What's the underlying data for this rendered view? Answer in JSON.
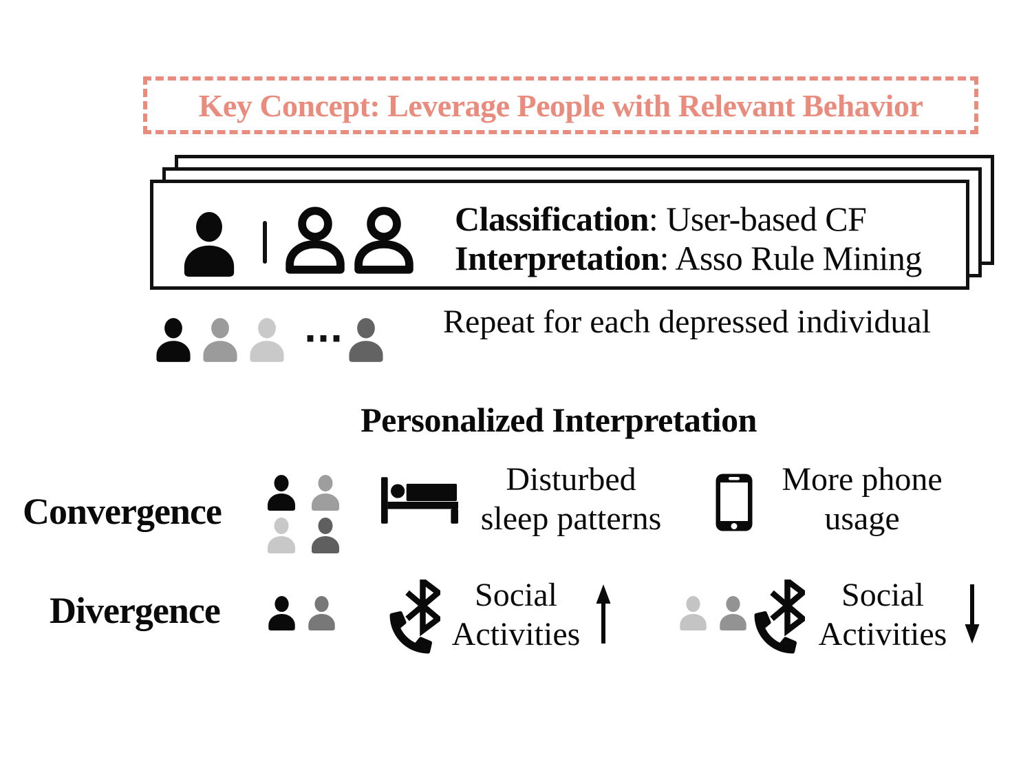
{
  "colors": {
    "accent": "#e98b7d",
    "ink": "#0a0a0a",
    "person_black": "#0a0a0a",
    "person_gray_medium": "#9b9b9b",
    "person_gray_light": "#c9c9c9",
    "person_gray_dark": "#636363"
  },
  "icons": {
    "person": "person-icon",
    "person_outline": "person-outline-icon",
    "bed": "bed-sleep-icon",
    "phone": "smartphone-icon",
    "bluetooth_call": "bluetooth-call-icon",
    "arrow_up": "arrow-up-icon",
    "arrow_down": "arrow-down-icon",
    "ellipsis": "ellipsis-icon"
  },
  "banner": {
    "text": "Key Concept: Leverage People with Relevant Behavior"
  },
  "card": {
    "line1_label": "Classification",
    "line1_value": ": User-based CF",
    "line2_label": "Interpretation",
    "line2_value": ": Asso Rule Mining"
  },
  "repeat_row": {
    "person_colors": [
      "#0a0a0a",
      "#9b9b9b",
      "#c9c9c9",
      "#636363"
    ],
    "ellipsis": "···",
    "text": "Repeat for each depressed individual"
  },
  "section_title": "Personalized Interpretation",
  "convergence": {
    "label": "Convergence",
    "person_colors": [
      "#0a0a0a",
      "#9e9e9e",
      "#c8c8c8",
      "#5f5f5f"
    ],
    "sleep_line1": "Disturbed",
    "sleep_line2": "sleep patterns",
    "phone_line1": "More phone",
    "phone_line2": "usage"
  },
  "divergence": {
    "label": "Divergence",
    "left_person_colors": [
      "#0a0a0a",
      "#787878"
    ],
    "right_person_colors": [
      "#c4c4c4",
      "#939393"
    ],
    "social_line1": "Social",
    "social_line2": "Activities"
  }
}
